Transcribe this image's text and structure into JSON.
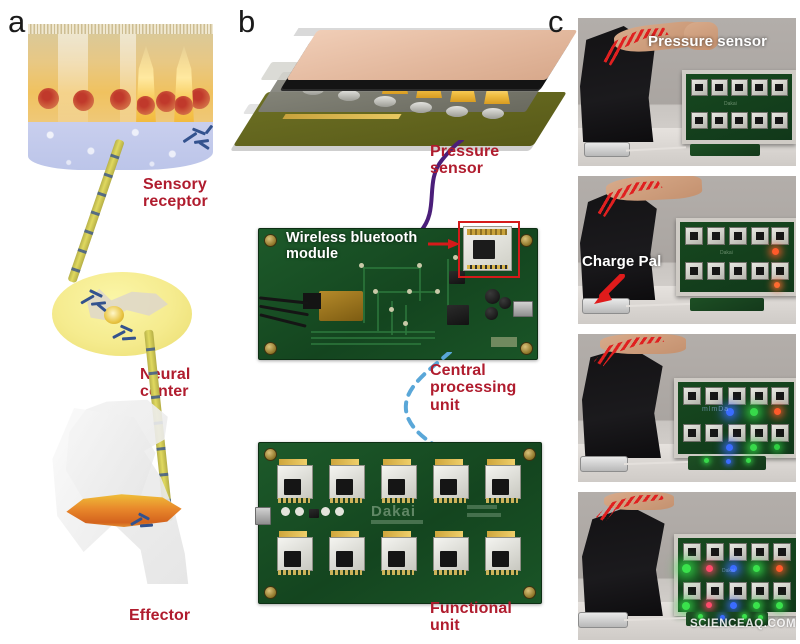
{
  "figure": {
    "panels": [
      {
        "letter": "a"
      },
      {
        "letter": "b"
      },
      {
        "letter": "c"
      }
    ]
  },
  "panel_a": {
    "letter": "a",
    "labels": {
      "sensory_receptor_line1": "Sensory",
      "sensory_receptor_line2": "receptor",
      "neural_center_line1": "Neural",
      "neural_center_line2": "center",
      "effector": "Effector"
    }
  },
  "panel_b": {
    "letter": "b",
    "labels": {
      "pressure_sensor_line1": "Pressure",
      "pressure_sensor_line2": "sensor",
      "wireless_bluetooth_line1": "Wireless bluetooth",
      "wireless_bluetooth_line2": "module",
      "central_line1": "Central",
      "central_line2": "processing",
      "central_line3": "unit",
      "functional_line1": "Functional",
      "functional_line2": "unit"
    },
    "pcb_silkscreen": {
      "brand": "Dakai"
    }
  },
  "panel_c": {
    "letter": "c",
    "labels": {
      "pressure_sensor": "Pressure sensor",
      "charge_pal": "Charge Pal"
    },
    "frames": [
      {
        "index": 1,
        "led_state": "off"
      },
      {
        "index": 2,
        "led_state": "few-red"
      },
      {
        "index": 3,
        "led_state": "blue-green"
      },
      {
        "index": 4,
        "led_state": "many-green"
      }
    ],
    "watermark": "SCIENCEAQ.COM"
  },
  "colors": {
    "label_red": "#b01c2e",
    "label_white": "#ffffff",
    "pcb_green": "#17491f",
    "wire_purple": "#4b1f7a",
    "dash_blue": "#5aa7d8",
    "arrow_red": "#d51a1a",
    "gold": "#d8a93c",
    "skin_dermis": "#c3cbec",
    "skin_epidermis": "#efc260",
    "muscle_orange": "#e0821f"
  }
}
